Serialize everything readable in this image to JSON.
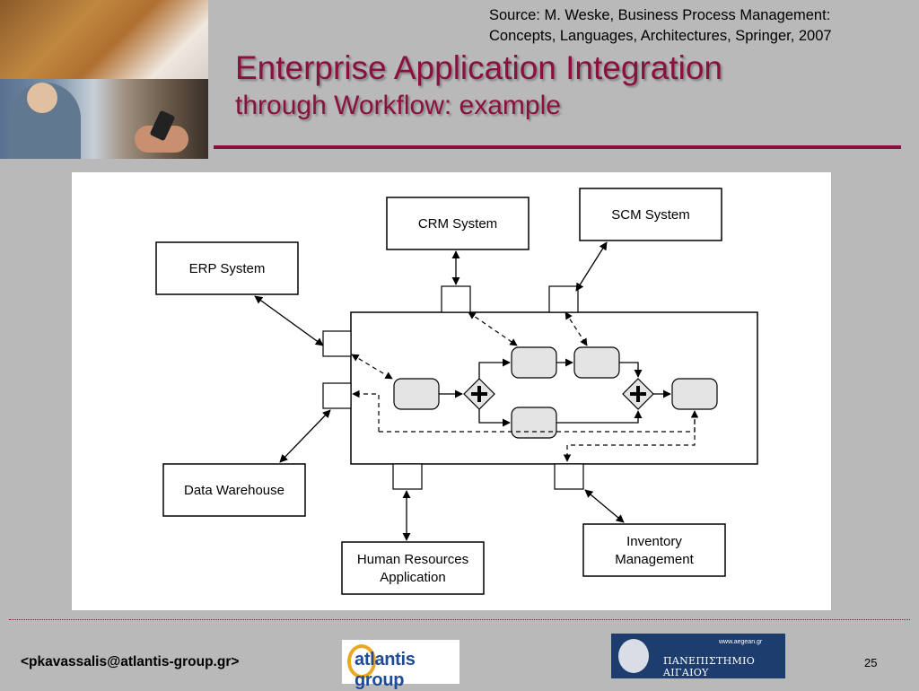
{
  "header": {
    "source_line1": "Source: M. Weske, Business Process Management:",
    "source_line2": "Concepts, Languages, Architectures, Springer, 2007",
    "title": "Enterprise Application Integration",
    "subtitle": "through Workflow: example"
  },
  "diagram": {
    "systems": {
      "crm": "CRM System",
      "scm": "SCM System",
      "erp": "ERP System",
      "dw": "Data Warehouse",
      "hr_line1": "Human Resources",
      "hr_line2": "Application",
      "inv_line1": "Inventory",
      "inv_line2": "Management"
    }
  },
  "footer": {
    "email": "<pkavassalis@atlantis-group.gr>",
    "atlantis_logo": "atlantis group",
    "aegean_url": "www.aegean.gr",
    "aegean_name": "ΠΑΝΕΠΙΣΤΗΜΙΟ ΑΙΓΑΙΟΥ",
    "page_number": "25"
  }
}
